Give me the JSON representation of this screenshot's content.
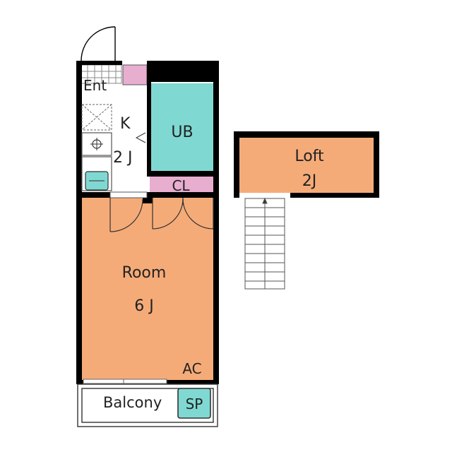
{
  "colors": {
    "room": "#f5ab78",
    "bath": "#7fd9d2",
    "closet": "#e8aed0",
    "wall": "#000000",
    "floor_white": "#ffffff"
  },
  "rooms": {
    "entrance": "Ent",
    "kitchen_code": "K",
    "kitchen_size": "2 J",
    "bath": "UB",
    "closet": "CL",
    "main_room": "Room",
    "main_room_size": "6 J",
    "aircon": "AC",
    "balcony": "Balcony",
    "storage": "SP",
    "loft": "Loft",
    "loft_size": "2J"
  },
  "icons": {
    "stove": "gas-burner-icon",
    "sink": "sink-icon",
    "fridge_space": "refrigerator-space-icon",
    "stairs": "ladder-stairs-icon"
  }
}
